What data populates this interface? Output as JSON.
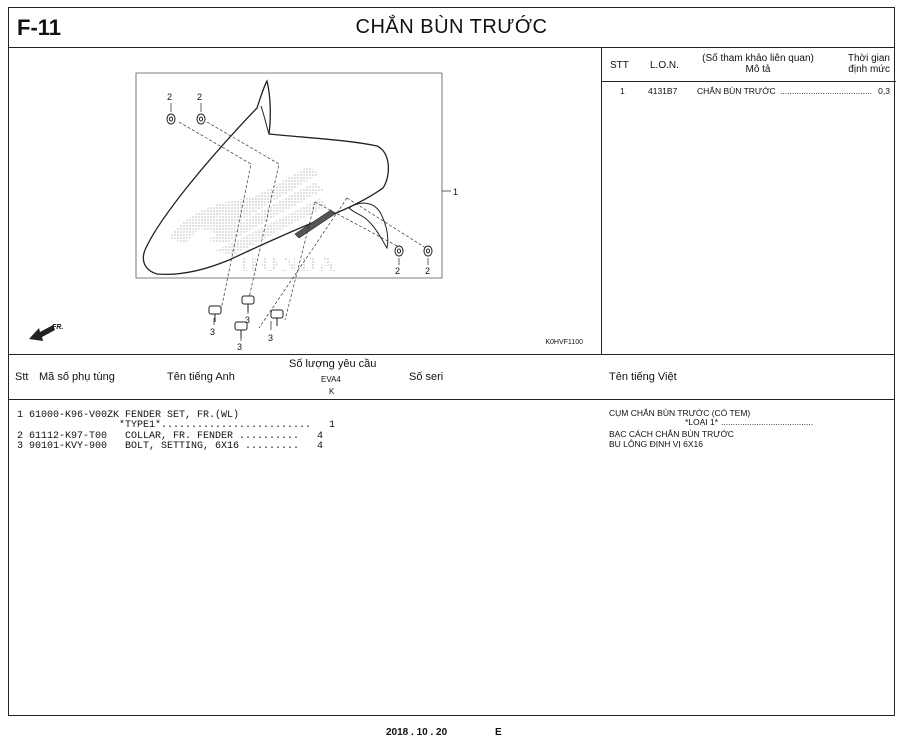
{
  "header": {
    "code": "F-11",
    "title": "CHẮN BÙN TRƯỚC"
  },
  "diagram": {
    "ref_numbers": {
      "fender": "1",
      "collar": "2",
      "bolt": "3"
    },
    "front_label": "FR.",
    "brand_watermark": "HONDA",
    "image_code": "K0HVF1100"
  },
  "time_table": {
    "col_stt": "STT",
    "col_lon": "L.O.N.",
    "col_ref_line1": "(Số tham khảo liên quan)",
    "col_ref_line2": "Mô tả",
    "col_time_line1": "Thời gian",
    "col_time_line2": "định mức",
    "rows": [
      {
        "stt": "1",
        "lon": "4131B7",
        "desc": "CHẮN BÙN TRƯỚC",
        "time": "0,3"
      }
    ]
  },
  "parts_header": {
    "stt": "Stt",
    "part_no": "Mã số phụ tùng",
    "english": "Tên tiếng Anh",
    "qty": "Số lượng yêu cầu",
    "model": "EVA4",
    "model_sub": "K",
    "serial": "Số seri",
    "vietnamese": "Tên tiếng Việt"
  },
  "parts": [
    {
      "line1": "1 61000-K96-V00ZK FENDER SET, FR.(WL)",
      "line2": "                 *TYPE1*.........................   1",
      "viet1": "CỤM CHẮN BÙN TRƯỚC (CÓ TEM)",
      "viet2": "*LOẠI 1*"
    },
    {
      "line1": "2 61112-K97-T00   COLLAR, FR. FENDER ..........   4",
      "viet1": "BẠC CÁCH CHẮN BÙN TRƯỚC"
    },
    {
      "line1": "3 90101-KVY-900   BOLT, SETTING, 6X16 .........   4",
      "viet1": "BU LÔNG ĐỊNH VỊ 6X16"
    }
  ],
  "footer": {
    "date": "2018 . 10 . 20",
    "edition": "E"
  }
}
